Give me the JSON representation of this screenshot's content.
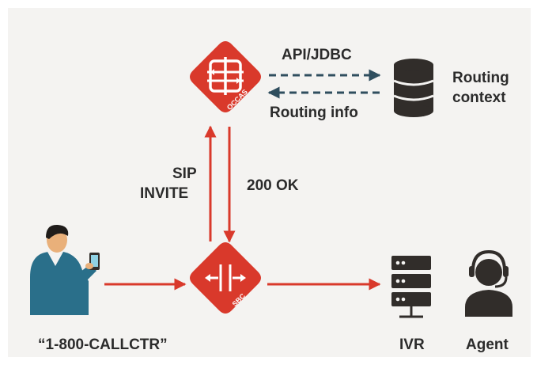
{
  "labels": {
    "api_jdbc": "API/JDBC",
    "routing_info": "Routing info",
    "routing_context_line1": "Routing",
    "routing_context_line2": "context",
    "sip_invite_line1": "SIP",
    "sip_invite_line2": "INVITE",
    "ok_200": "200 OK",
    "caller_number": "“1-800-CALLCTR”",
    "ivr": "IVR",
    "agent": "Agent"
  },
  "badges": {
    "occas": "OCCAS",
    "sbc": "SBC"
  },
  "colors": {
    "accent_red": "#d9392b",
    "dark": "#312d2a",
    "dashed_arrow": "#2f4e5e",
    "person_teal": "#2a6f8a",
    "background": "#f4f3f1"
  },
  "icons": [
    "occas-icon",
    "sbc-icon",
    "database-icon",
    "caller-icon",
    "ivr-server-icon",
    "agent-headset-icon"
  ]
}
